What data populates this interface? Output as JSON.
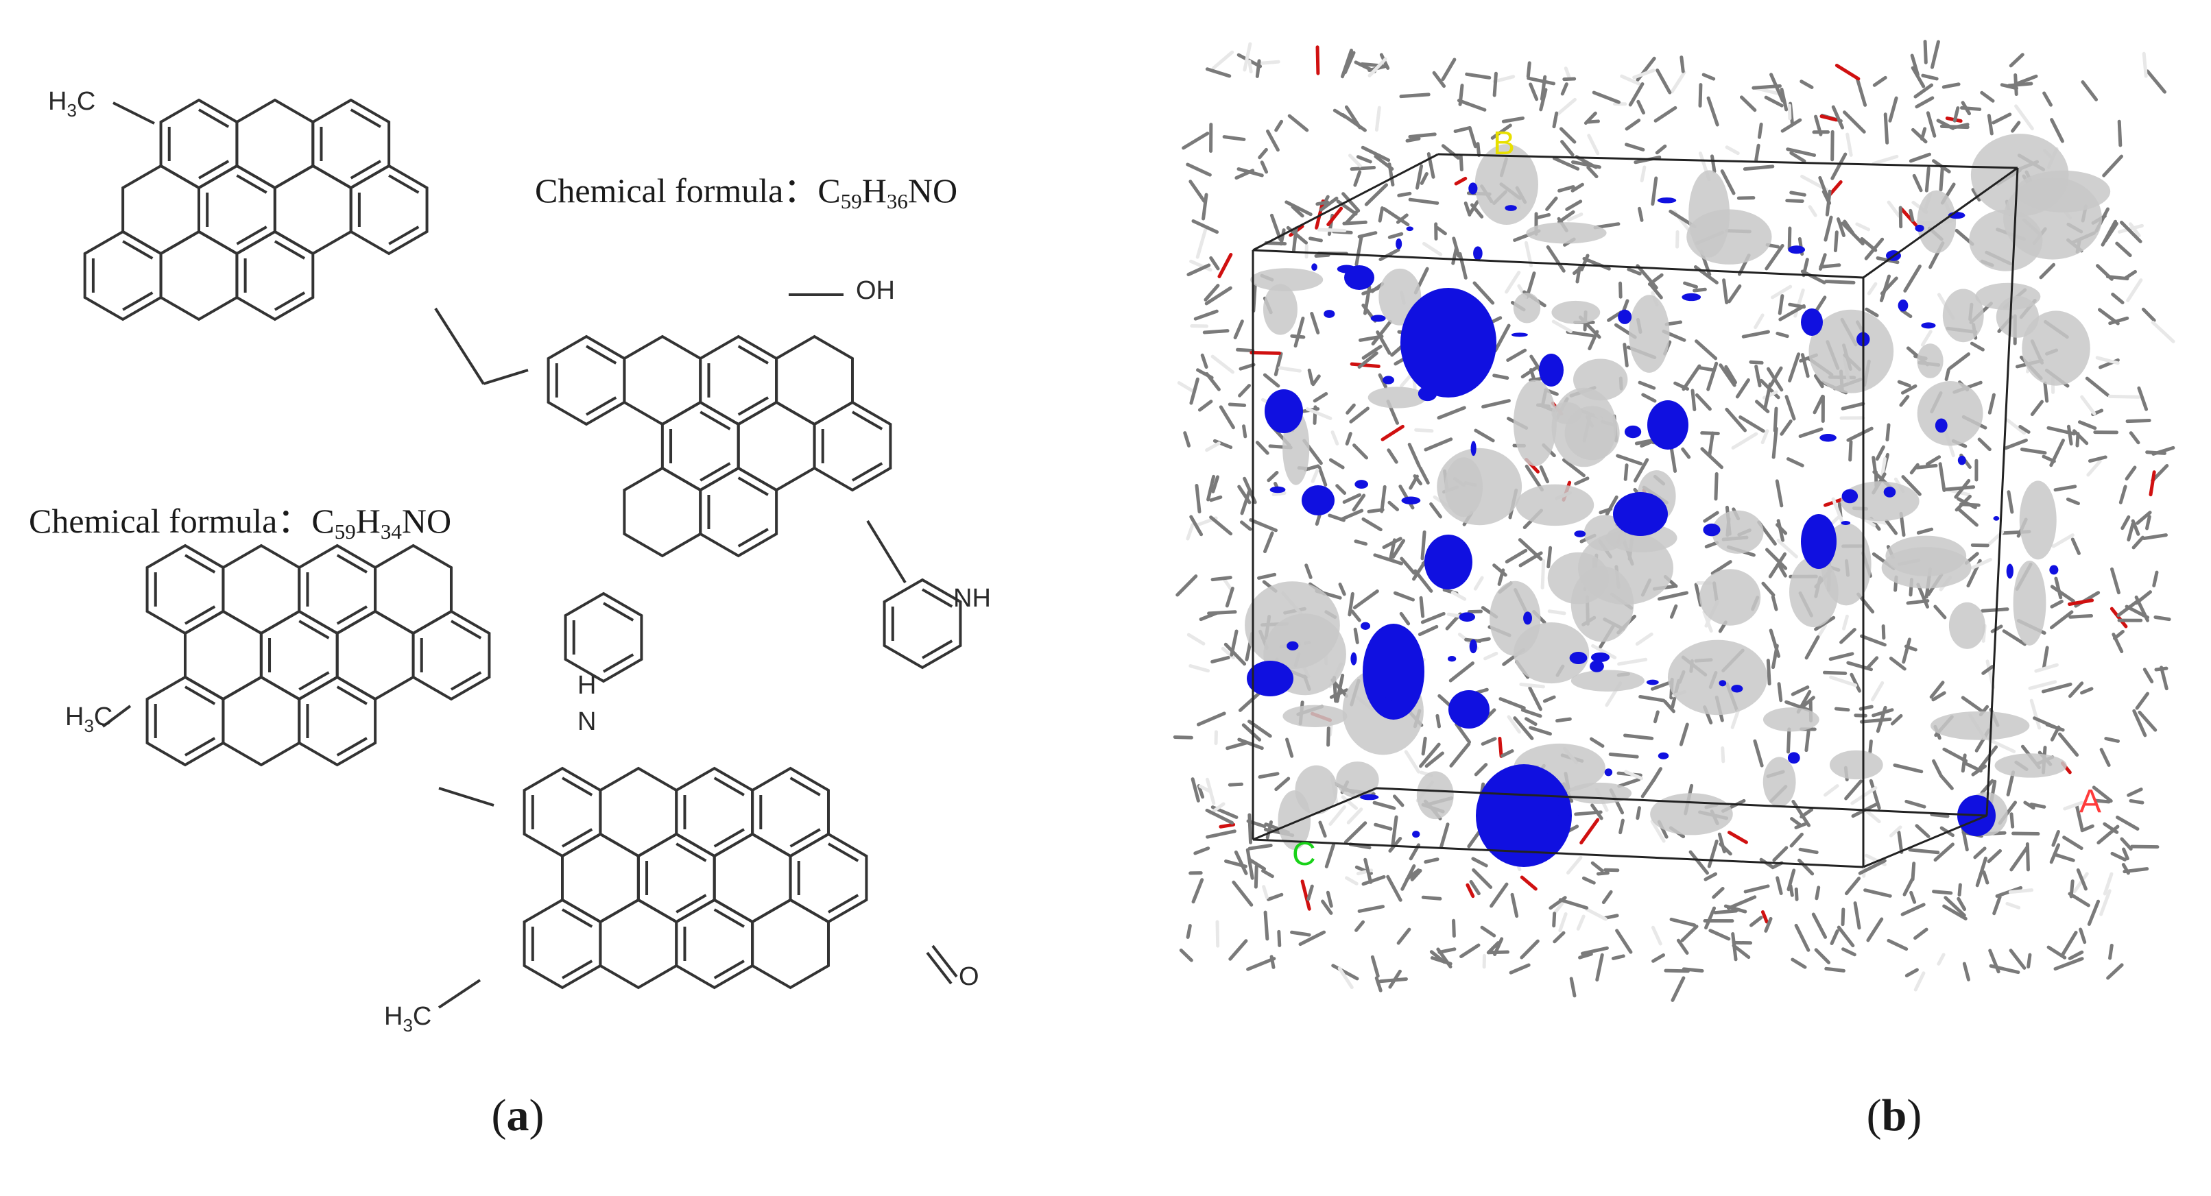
{
  "panel_a": {
    "formula_top": {
      "prefix": "Chemical formula：C",
      "c": "59",
      "h_label": "H",
      "h": "36",
      "suffix": "NO"
    },
    "formula_bottom": {
      "prefix": "Chemical formula：C",
      "c": "59",
      "h_label": "H",
      "h": "34",
      "suffix": "NO"
    },
    "atom_labels": {
      "ch3": "H",
      "ch3_sub": "3",
      "ch3_c": "C",
      "oh": "OH",
      "nh": "NH",
      "h": "H",
      "n": "N",
      "o": "O"
    },
    "caption": {
      "open": "(",
      "letter": "a",
      "close": ")"
    }
  },
  "panel_b": {
    "axis_labels": {
      "a": "A",
      "b": "B",
      "c": "C"
    },
    "colors": {
      "axis_a": "#ff3b3b",
      "axis_b": "#e8e000",
      "axis_c": "#19d219",
      "surface_blue": "#1010e0",
      "surface_gray": "#c8c8c8",
      "bond": "#7a7a7a"
    },
    "caption": {
      "open": "(",
      "letter": "b",
      "close": ")"
    }
  }
}
